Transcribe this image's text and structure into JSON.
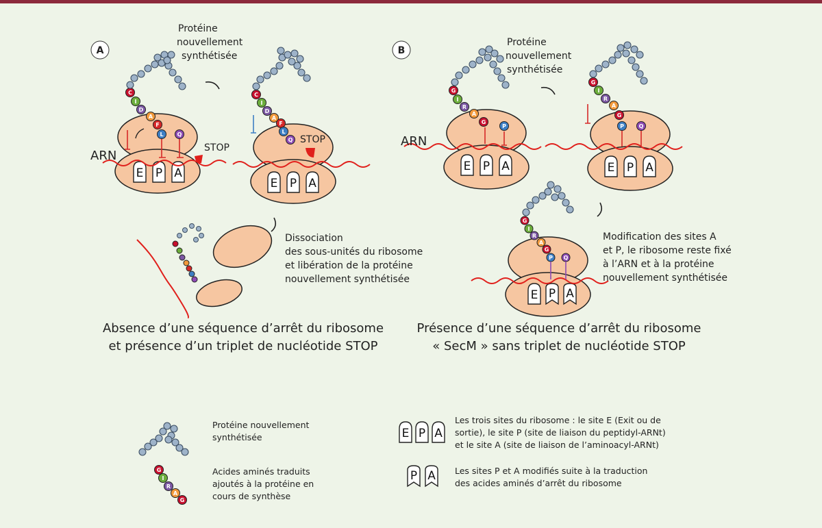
{
  "colors": {
    "background": "#eef4e8",
    "top_bar": "#8c2a3c",
    "ribosome": "#f6c6a1",
    "rna": "#e0201c",
    "protein_bead": "#9eb3c9",
    "aa_C": "#c8102e",
    "aa_I": "#6cad3c",
    "aa_D": "#7b57a3",
    "aa_A": "#f29a3c",
    "aa_F": "#d62828",
    "aa_L": "#3e7fc4",
    "aa_Q": "#8e4bb5",
    "aa_G": "#c8102e",
    "aa_R": "#7b57a3",
    "aa_P": "#3e7fc4"
  },
  "panel_a": {
    "letter": "A",
    "protein_label_line1": "Protéine",
    "protein_label_line2": "nouvellement",
    "protein_label_line3": "synthétisée",
    "rna_label": "ARN",
    "stop_label_1": "STOP",
    "stop_label_2": "STOP",
    "dissociation_line1": "Dissociation",
    "dissociation_line2": "des sous-unités du ribosome",
    "dissociation_line3": "et libération de la protéine",
    "dissociation_line4": "nouvellement synthétisée",
    "caption_line1": "Absence d’une séquence d’arrêt du ribosome",
    "caption_line2": "et présence d’un triplet de nucléotide STOP"
  },
  "panel_b": {
    "letter": "B",
    "protein_label_line1": "Protéine",
    "protein_label_line2": "nouvellement",
    "protein_label_line3": "synthétisée",
    "rna_label": "ARN",
    "modification_line1": "Modification des sites A",
    "modification_line2": "et P, le ribosome reste fixé",
    "modification_line3": "à l’ARN et à la protéine",
    "modification_line4": "nouvellement synthétisée",
    "caption_line1": "Présence d’une séquence d’arrêt du ribosome",
    "caption_line2": "« SecM » sans triplet de nucléotide STOP"
  },
  "sites": {
    "e": "E",
    "p": "P",
    "a": "A"
  },
  "amino_acids_a": [
    "C",
    "I",
    "D",
    "A",
    "F",
    "L",
    "Q"
  ],
  "amino_acids_b": [
    "G",
    "I",
    "R",
    "A",
    "G",
    "P",
    "Q"
  ],
  "legend": {
    "protein_line1": "Protéine nouvellement",
    "protein_line2": "synthétisée",
    "aa_line1": "Acides aminés traduits",
    "aa_line2": "ajoutés à la protéine en",
    "aa_line3": "cours de synthèse",
    "sites_line1": "Les trois sites du ribosome : le site E (Exit ou de",
    "sites_line2": "sortie), le site P (site de liaison du peptidyl-ARNt)",
    "sites_line3": "et le site A (site de liaison de l’aminoacyl-ARNt)",
    "modified_line1": "Les sites P et A modifiés suite à la traduction",
    "modified_line2": "des acides aminés d’arrêt du ribosome"
  }
}
